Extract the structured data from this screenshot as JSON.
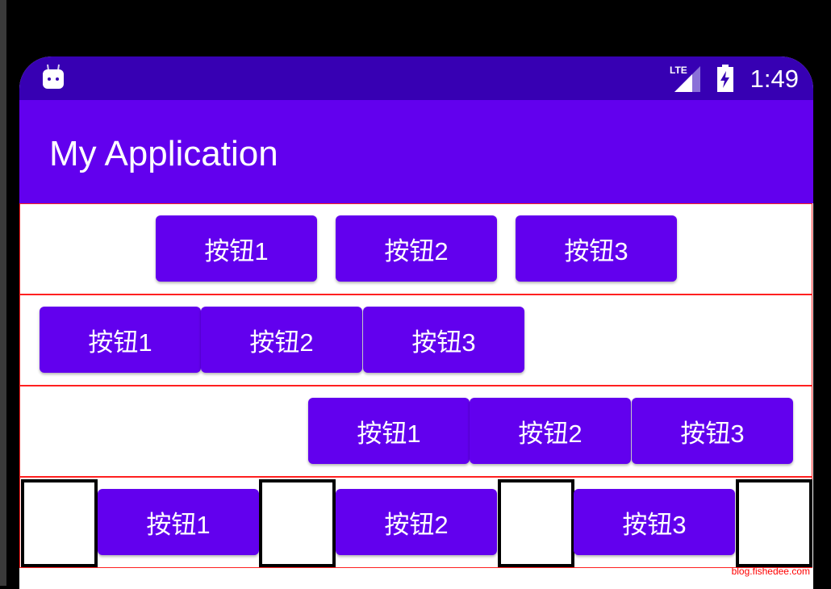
{
  "status_bar": {
    "time": "1:49",
    "network": "LTE",
    "icons": [
      "android-robot-icon",
      "lte-signal-icon",
      "battery-charging-icon"
    ]
  },
  "app_bar": {
    "title": "My Application"
  },
  "rows": [
    {
      "buttons": [
        "按钮1",
        "按钮2",
        "按钮3"
      ]
    },
    {
      "buttons": [
        "按钮1",
        "按钮2",
        "按钮3"
      ]
    },
    {
      "buttons": [
        "按钮1",
        "按钮2",
        "按钮3"
      ]
    },
    {
      "buttons": [
        "按钮1",
        "按钮2",
        "按钮3"
      ]
    }
  ],
  "watermark": "blog.fishedee.com",
  "colors": {
    "primary": "#6200ee",
    "primary_dark": "#3700b3",
    "row_border": "#ff2020"
  }
}
